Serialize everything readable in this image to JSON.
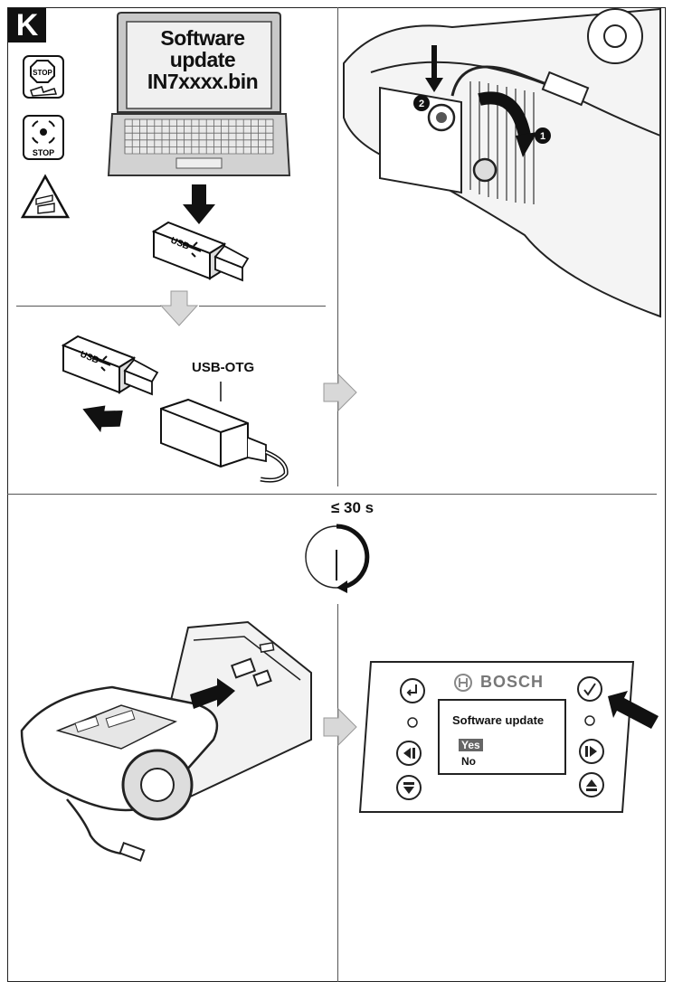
{
  "figure": {
    "label": "K"
  },
  "laptop": {
    "line1": "Software",
    "line2": "update",
    "line3": "IN7xxxx.bin"
  },
  "usb": {
    "stick_label": "USB",
    "otg_label": "USB-OTG"
  },
  "timer": {
    "label": "≤ 30 s"
  },
  "steps": {
    "one": "1",
    "two": "2"
  },
  "icons": {
    "stop_manual": "STOP",
    "stop_rotate": "STOP"
  },
  "panel": {
    "brand": "BOSCH",
    "screen_title": "Software update",
    "option_yes": "Yes",
    "option_no": "No"
  }
}
